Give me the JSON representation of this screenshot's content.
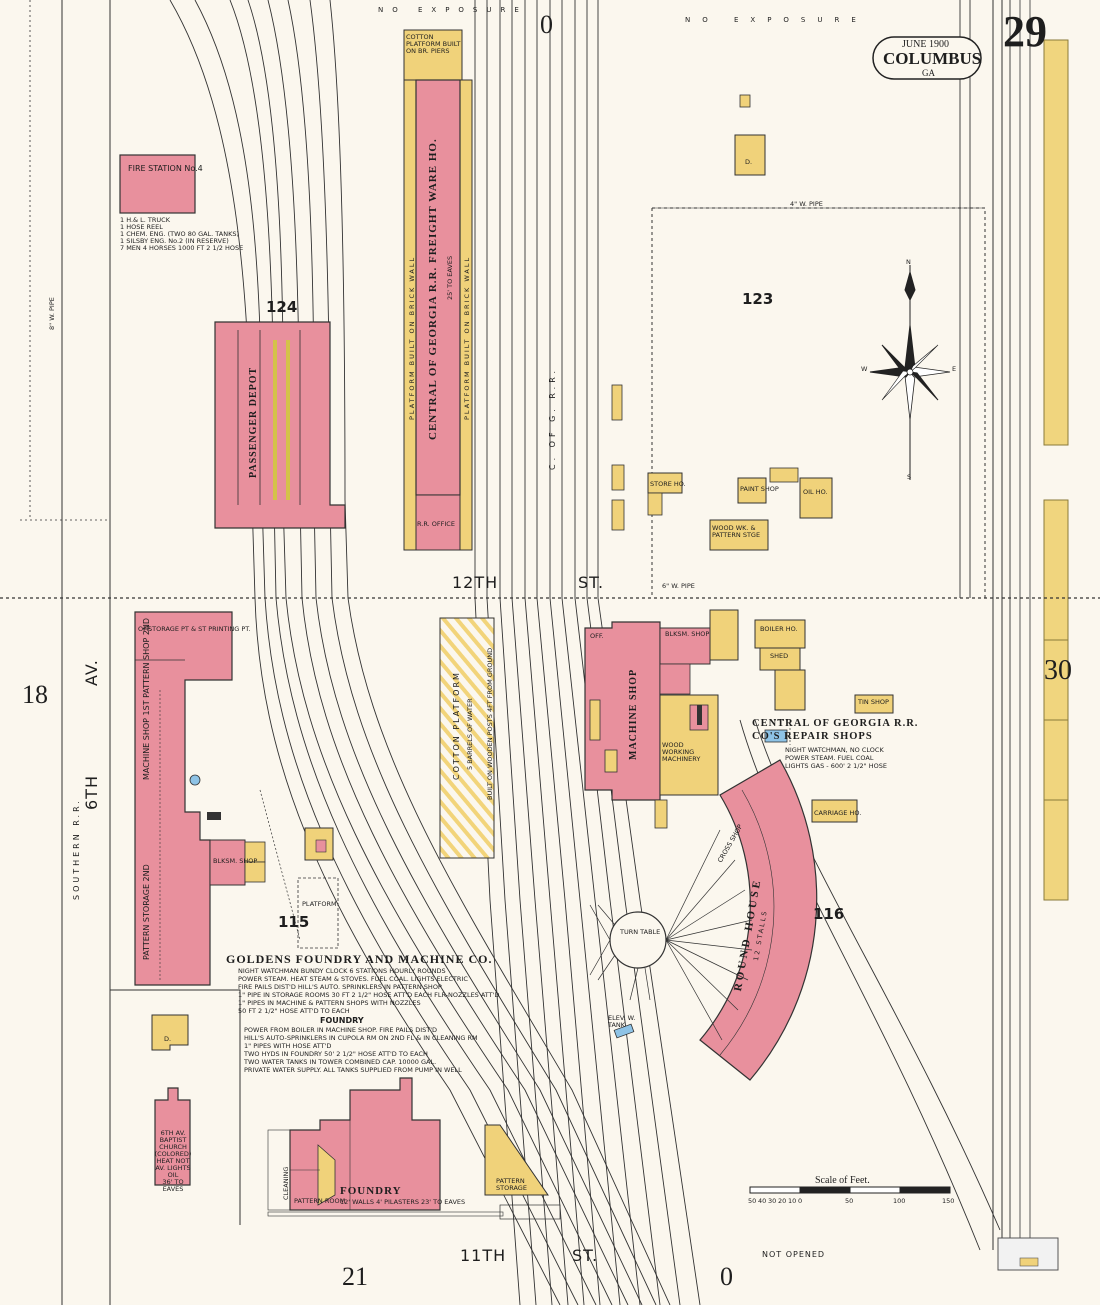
{
  "header": {
    "date": "JUNE 1900",
    "city": "COLUMBUS",
    "state": "GA",
    "sheet": "29",
    "no_exposure": "NO EXPOSURE",
    "adjacent_sheet": "30"
  },
  "streets": {
    "twelfth": "12TH",
    "twelfth_st": "ST.",
    "eleventh": "11TH",
    "eleventh_st": "ST.",
    "sixth": "6TH",
    "av": "AV.",
    "not_opened": "NOT OPENED",
    "southern_rr": "SOUTHERN R.R.",
    "cofg_rr": "C. OF G. R.R."
  },
  "block_numbers": {
    "b124": "124",
    "b123": "123",
    "b115": "115",
    "b116": "116"
  },
  "grid_numbers": {
    "top_zero": "0",
    "bottom_zero": "0",
    "left_18": "18",
    "bottom_21": "21"
  },
  "buildings": {
    "fire_station": "FIRE STATION No.4",
    "fire_station_equipment": [
      "1 H.& L. TRUCK",
      "1 HOSE REEL",
      "1 CHEM. ENG. (TWO 80 GAL. TANKS)",
      "1 SILSBY ENG. No.2 (IN RESERVE)",
      "7 MEN 4 HORSES 1000 FT 2 1/2 HOSE"
    ],
    "passenger_depot": "PASSENGER DEPOT",
    "freight_house": "CENTRAL OF GEORGIA R.R. FREIGHT WARE HO.",
    "freight_house_note": "25' TO EAVES",
    "platform_brick_wall": "PLATFORM BUILT ON BRICK WALL",
    "cotton_platform_top": "COTTON PLATFORM BUILT ON BR. PIERS",
    "cotton_platform": "COTTON PLATFORM",
    "cotton_platform_note": "5 BARRELS OF WATER",
    "cotton_platform_built": "BUILT ON WOODEN POSTS 4FT FROM GROUND",
    "rr_office": "R.R. OFFICE",
    "storage_printing": "STORAGE PT & ST PRINTING PT.",
    "machine_shop_left": "MACHINE SHOP 1ST PATTERN SHOP 2ND",
    "pattern_storage_left": "PATTERN STORAGE 2ND",
    "blksm_shop_left": "BLKSM. SHOP",
    "platform": "PLATFORM",
    "machine_shop": "MACHINE SHOP",
    "blksm_shop": "BLKSM. SHOP",
    "boiler_ho": "BOILER HO.",
    "shed": "SHED",
    "tin_shop": "TIN SHOP",
    "wood_working": "WOOD WORKING MACHINERY",
    "carriage_ho": "CARRIAGE HO.",
    "store_ho": "STORE HO.",
    "paint_shop": "PAINT SHOP",
    "oil_ho": "OIL HO.",
    "pattern_stge": "WOOD WK. & PATTERN STGE",
    "turn_table": "TURN TABLE",
    "round_house": "ROUND HOUSE",
    "round_house_stalls": "12 STALLS",
    "cross_shop": "CROSS SHOP",
    "church": "6TH AV. BAPTIST CHURCH (COLORED)",
    "church_note": "HEAT NOT AV. LIGHTS OIL",
    "church_height": "36' TO EAVES",
    "foundry": "FOUNDRY",
    "foundry_note": "12' WALLS 4' PILASTERS 23' TO EAVES",
    "pattern_storage": "PATTERN STORAGE",
    "pattern_room": "PATTERN ROOM",
    "elev_water_tank": "ELEV. W. TANK",
    "office": "OFF.",
    "dwelling": "D.",
    "cleaning": "CLEANING"
  },
  "goldens": {
    "title": "GOLDENS FOUNDRY AND MACHINE CO.",
    "lines": [
      "NIGHT WATCHMAN BUNDY CLOCK 6 STATIONS HOURLY ROUNDS",
      "POWER STEAM. HEAT STEAM & STOVES. FUEL COAL. LIGHTS ELECTRIC",
      "FIRE PAILS DIST'D HILL'S AUTO. SPRINKLERS IN PATTERN SHOP",
      "1\" PIPE IN STORAGE ROOMS 30 FT 2 1/2\" HOSE ATT'D EACH FLR-NOZZLES ATT'D",
      "1\" PIPES IN MACHINE & PATTERN SHOPS WITH NOZZLES",
      "50 FT 2 1/2\" HOSE ATT'D TO EACH"
    ],
    "foundry_head": "FOUNDRY",
    "foundry_lines": [
      "POWER FROM BOILER IN MACHINE SHOP. FIRE PAILS DIST'D",
      "HILL'S AUTO-SPRINKLERS IN CUPOLA RM ON 2ND FL & IN CLEANING RM",
      "1\" PIPES WITH HOSE ATT'D",
      "TWO HYDS IN FOUNDRY 50' 2 1/2\" HOSE ATT'D TO EACH",
      "TWO WATER TANKS IN TOWER COMBINED CAP. 10000 GAL.",
      "PRIVATE WATER SUPPLY. ALL TANKS SUPPLIED FROM PUMP IN WELL"
    ]
  },
  "repair_shops": {
    "title": "CENTRAL OF GEORGIA R.R. CO'S REPAIR SHOPS",
    "lines": [
      "NIGHT WATCHMAN, NO CLOCK",
      "POWER STEAM. FUEL COAL",
      "LIGHTS GAS - 600' 2 1/2\" HOSE"
    ]
  },
  "pipes": {
    "four_in": "4\" W. PIPE",
    "six_in": "6\" W. PIPE",
    "eight_in": "8\" W. PIPE"
  },
  "compass": {
    "n": "N",
    "s": "S",
    "e": "E",
    "w": "W"
  },
  "scale": {
    "label": "Scale of Feet.",
    "ticks": [
      "50",
      "40",
      "30",
      "20",
      "10",
      "0",
      "50",
      "100",
      "150"
    ]
  },
  "colors": {
    "brick": "#e8909d",
    "frame": "#f0d27a",
    "paper": "#fbf7ee",
    "edge_strip": "#f0d57e"
  }
}
